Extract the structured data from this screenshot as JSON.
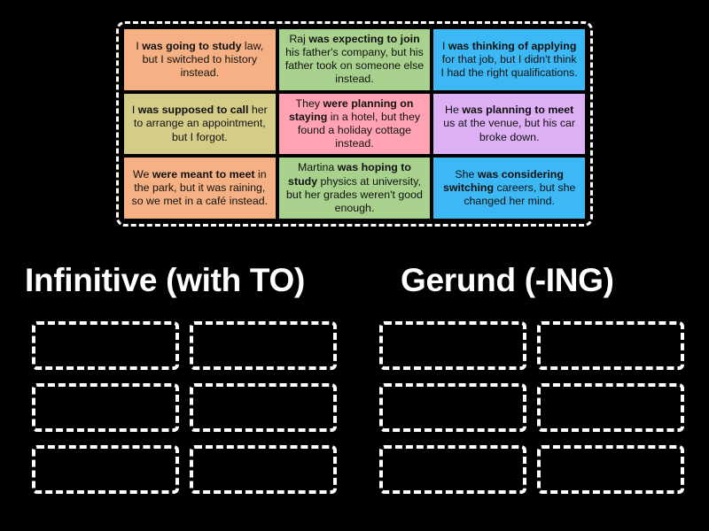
{
  "background_color": "#000000",
  "tray": {
    "name": "answer-tiles-tray",
    "border_color": "#ffffff",
    "tiles": [
      {
        "id": "tile-1",
        "color": "#f5b183",
        "plain_text": "I was going to study law, but I switched to history instead.",
        "segments": [
          {
            "text": "I ",
            "bold": false
          },
          {
            "text": "was going to study",
            "bold": true
          },
          {
            "text": " law, but I switched to history instead.",
            "bold": false
          }
        ]
      },
      {
        "id": "tile-2",
        "color": "#a9d18e",
        "plain_text": "Raj was expecting to join his father's company, but his father took on someone else instead.",
        "segments": [
          {
            "text": "Raj ",
            "bold": false
          },
          {
            "text": "was expecting to join",
            "bold": true
          },
          {
            "text": " his father's company, but his father took on someone else instead.",
            "bold": false
          }
        ]
      },
      {
        "id": "tile-3",
        "color": "#3cb9f5",
        "plain_text": "I was thinking of applying for that job, but I didn't think I had the right qualifications.",
        "segments": [
          {
            "text": "I ",
            "bold": false
          },
          {
            "text": "was thinking of applying",
            "bold": true
          },
          {
            "text": " for that job, but I didn't think I had the right qualifications.",
            "bold": false
          }
        ]
      },
      {
        "id": "tile-4",
        "color": "#d3cd87",
        "plain_text": "I was supposed to call her to arrange an appointment, but I forgot.",
        "segments": [
          {
            "text": "I ",
            "bold": false
          },
          {
            "text": "was supposed to call",
            "bold": true
          },
          {
            "text": " her to arrange an appointment, but I forgot.",
            "bold": false
          }
        ]
      },
      {
        "id": "tile-5",
        "color": "#ffa3b4",
        "plain_text": "They were planning on staying in a hotel, but they found a holiday cottage instead.",
        "segments": [
          {
            "text": "They ",
            "bold": false
          },
          {
            "text": "were planning on staying",
            "bold": true
          },
          {
            "text": " in a hotel, but they found a holiday cottage instead.",
            "bold": false
          }
        ]
      },
      {
        "id": "tile-6",
        "color": "#ddb0f5",
        "plain_text": "He was planning to meet us at the venue, but his car broke down.",
        "segments": [
          {
            "text": "He ",
            "bold": false
          },
          {
            "text": "was planning to meet",
            "bold": true
          },
          {
            "text": " us at the venue, but his car broke down.",
            "bold": false
          }
        ]
      },
      {
        "id": "tile-7",
        "color": "#f5b183",
        "plain_text": "We were meant to meet in the park, but it was raining, so we met in a café instead.",
        "segments": [
          {
            "text": "We ",
            "bold": false
          },
          {
            "text": "were meant to meet",
            "bold": true
          },
          {
            "text": " in the park, but it was raining, so we met in a café instead.",
            "bold": false
          }
        ]
      },
      {
        "id": "tile-8",
        "color": "#a9d18e",
        "plain_text": "Martina was hoping to study physics at university, but her grades weren't good enough.",
        "segments": [
          {
            "text": "Martina ",
            "bold": false
          },
          {
            "text": "was hoping to study",
            "bold": true
          },
          {
            "text": " physics at university, but her grades weren't good enough.",
            "bold": false
          }
        ]
      },
      {
        "id": "tile-9",
        "color": "#3cb9f5",
        "plain_text": "She was considering switching careers, but she changed her mind.",
        "segments": [
          {
            "text": "She ",
            "bold": false
          },
          {
            "text": "was considering switching",
            "bold": true
          },
          {
            "text": " careers, but she changed her mind.",
            "bold": false
          }
        ]
      }
    ]
  },
  "categories": [
    {
      "id": "infinitive",
      "heading": "Infinitive (with TO)",
      "dropzone_count": 6
    },
    {
      "id": "gerund",
      "heading": "Gerund (-ING)",
      "dropzone_count": 6
    }
  ]
}
